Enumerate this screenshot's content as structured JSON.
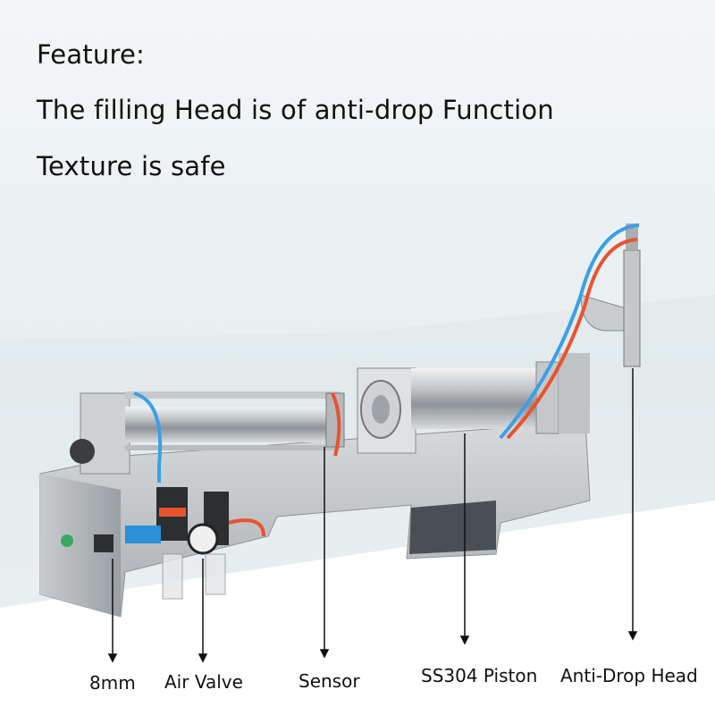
{
  "header": {
    "line1": "Feature:",
    "line2": "The filling Head is of anti-drop Function",
    "line3": "Texture is safe"
  },
  "labels": {
    "mm": "8mm",
    "air_valve": "Air Valve",
    "sensor": "Sensor",
    "piston": "SS304 Piston",
    "head": "Anti-Drop Head"
  },
  "colors": {
    "background_top": "#eef3f4",
    "steel": "#c9cdd0",
    "blue_tube": "#3aa0e6",
    "red_tube": "#e8532f"
  }
}
